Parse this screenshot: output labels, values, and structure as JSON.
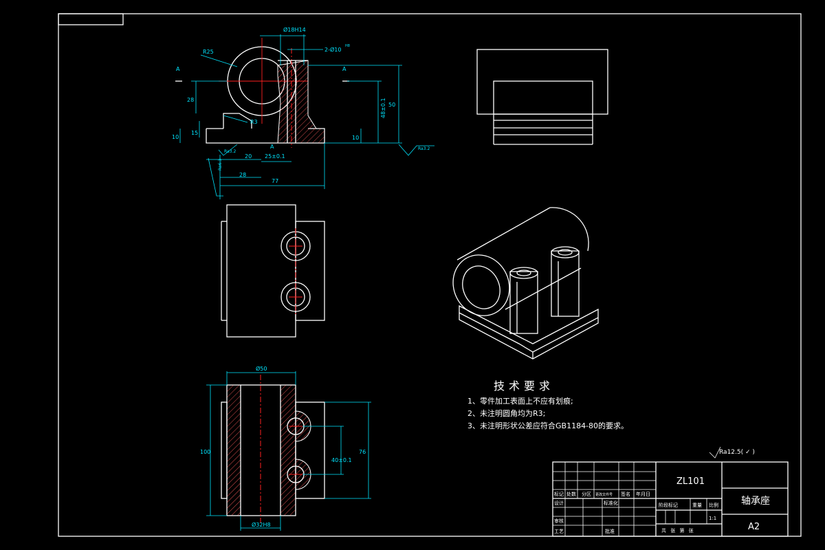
{
  "colors": {
    "background": "#000000",
    "outline": "#ffffff",
    "dimension": "#00e5ff",
    "centerline": "#ff2020",
    "hatch": "#e05050"
  },
  "dims": {
    "d18h14": "Ø18H14",
    "d10h8": "2-Ø10",
    "d10_sup": "H8",
    "r25": "R25",
    "r3": "R3",
    "a_left": "A",
    "a_right": "A",
    "a_bottom": "A",
    "v28": "28",
    "v10_left": "10",
    "v15": "15",
    "v48": "48±0.1",
    "v50": "50",
    "v10_right": "10",
    "h20": "20",
    "h25": "25±0.1",
    "h28": "28",
    "h77": "77",
    "ra32_left": "Ra3.2",
    "ra63": "Ra6.3",
    "ra32_right": "Ra3.2",
    "d50": "Ø50",
    "v100": "100",
    "v40": "40±0.1",
    "v76": "76",
    "d32": "Ø32H8"
  },
  "tech": {
    "title": "技术要求",
    "items": [
      "1、零件加工表面上不应有划痕;",
      "2、未注明圆角均为R3;",
      "3、未注明形状公差应符合GB1184-80的要求。"
    ],
    "roughness": "Ra12.5(  ✓  )"
  },
  "title_block": {
    "material": "ZL101",
    "part_name": "轴承座",
    "sheet_size": "A2",
    "labels": {
      "mark": "标记",
      "count": "处数",
      "zone": "分区",
      "change_doc": "更改文件号",
      "signature": "签名",
      "date": "年月日",
      "design": "设计",
      "standardize": "标准化",
      "review": "审核",
      "craft": "工艺",
      "approve": "批准",
      "stage_mark": "阶段标记",
      "weight": "重量",
      "scale": "比例",
      "scale_value": "1:1",
      "sheets": "共  张  第  张"
    }
  }
}
